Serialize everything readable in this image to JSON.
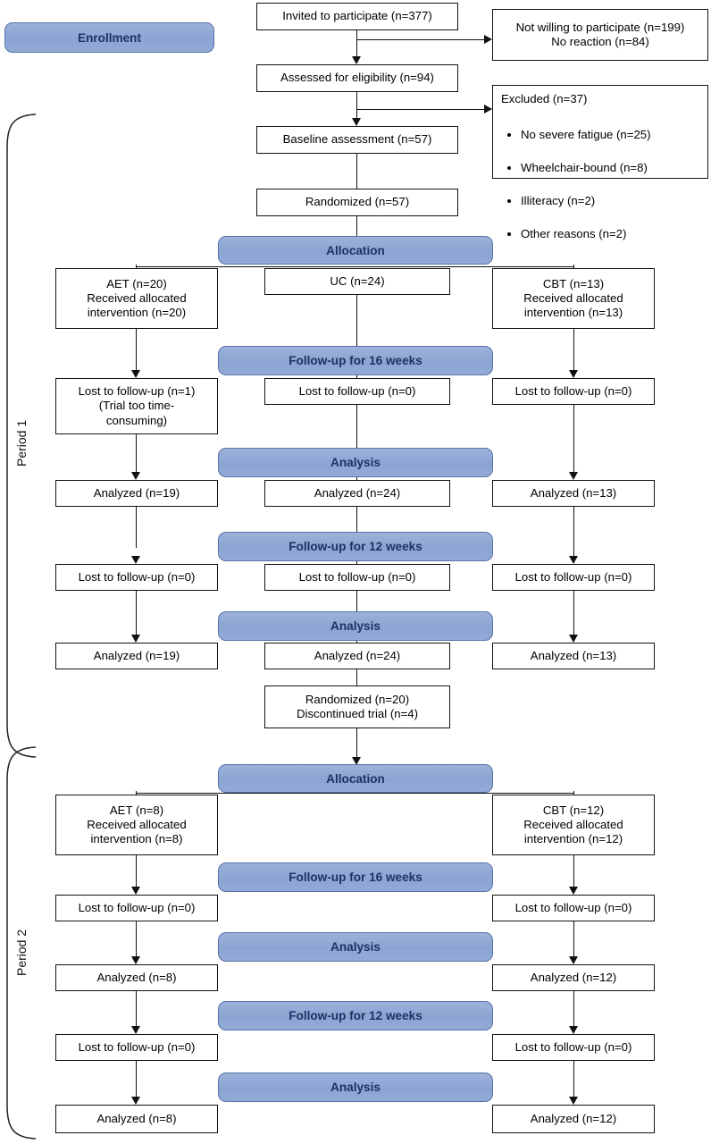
{
  "figure": {
    "type": "consort-flow-diagram",
    "accent_blue": "#8ba4d2",
    "banner_text_color": "#1b3464",
    "line_color": "#111111"
  },
  "stage_labels": {
    "enrollment": "Enrollment",
    "allocation": "Allocation",
    "analysis": "Analysis",
    "followup_16": "Follow-up for 16 weeks",
    "followup_12": "Follow-up for 12 weeks"
  },
  "period_labels": {
    "period1": "Period 1",
    "period2": "Period 2"
  },
  "enrollment": {
    "invited": "Invited to participate (n=377)",
    "not_willing": "Not willing to participate (n=199)\nNo reaction (n=84)",
    "assessed": "Assessed for eligibility (n=94)",
    "excluded_title": "Excluded (n=37)",
    "excluded_reasons": [
      "No severe fatigue (n=25)",
      "Wheelchair-bound (n=8)",
      "Illiteracy (n=2)",
      "Other reasons (n=2)"
    ],
    "baseline": "Baseline assessment (n=57)",
    "randomized": "Randomized (n=57)"
  },
  "period1": {
    "allocation": {
      "aet": "AET (n=20)\nReceived allocated\nintervention (n=20)",
      "uc": "UC (n=24)",
      "cbt": "CBT (n=13)\nReceived allocated\nintervention (n=13)"
    },
    "followup16": {
      "aet": "Lost to follow-up (n=1)\n(Trial too time-\nconsuming)",
      "uc": "Lost to follow-up (n=0)",
      "cbt": "Lost to follow-up (n=0)"
    },
    "analysis1": {
      "aet": "Analyzed (n=19)",
      "uc": "Analyzed (n=24)",
      "cbt": "Analyzed (n=13)"
    },
    "followup12": {
      "aet": "Lost to follow-up (n=0)",
      "uc": "Lost to follow-up (n=0)",
      "cbt": "Lost to follow-up (n=0)"
    },
    "analysis2": {
      "aet": "Analyzed (n=19)",
      "uc": "Analyzed (n=24)",
      "cbt": "Analyzed (n=13)"
    },
    "rerandomized": "Randomized (n=20)\nDiscontinued trial (n=4)"
  },
  "period2": {
    "allocation": {
      "aet": "AET (n=8)\nReceived allocated\nintervention (n=8)",
      "cbt": "CBT (n=12)\nReceived allocated\nintervention (n=12)"
    },
    "followup16": {
      "aet": "Lost to follow-up (n=0)",
      "cbt": "Lost to follow-up (n=0)"
    },
    "analysis1": {
      "aet": "Analyzed  (n=8)",
      "cbt": "Analyzed  (n=12)"
    },
    "followup12": {
      "aet": "Lost to follow-up (n=0)",
      "cbt": "Lost to follow-up (n=0)"
    },
    "analysis2": {
      "aet": "Analyzed (n=8)",
      "cbt": "Analyzed  (n=12)"
    }
  }
}
